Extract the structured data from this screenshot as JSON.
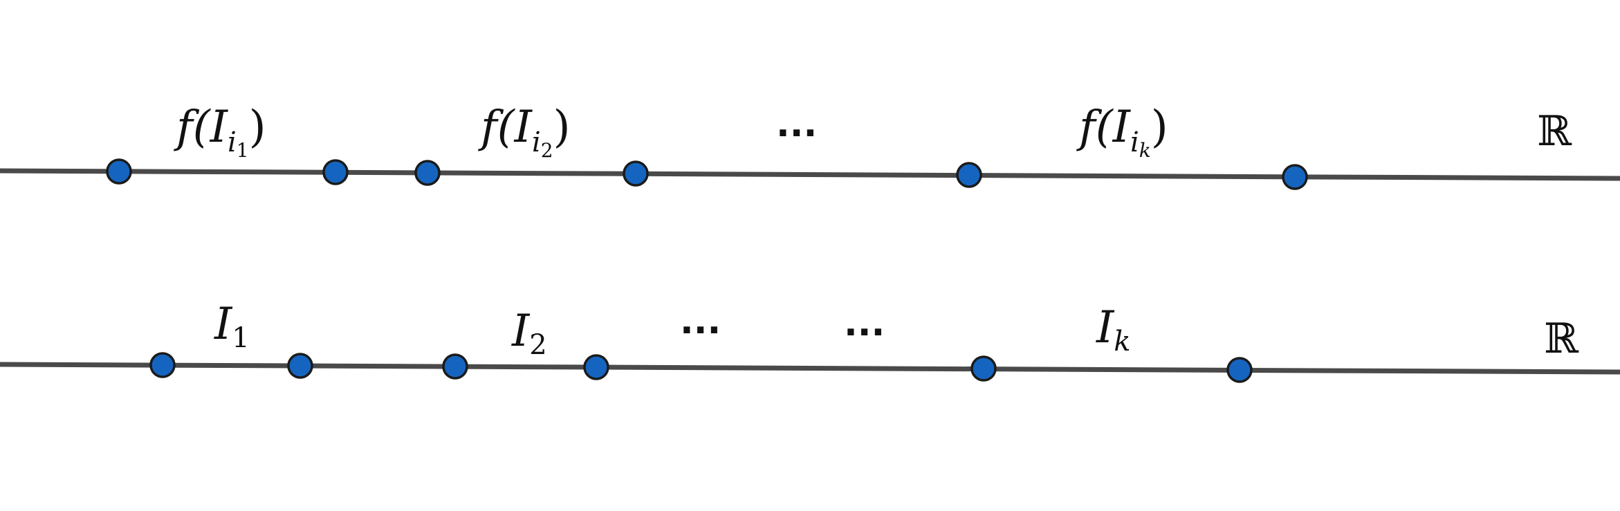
{
  "top_line": {
    "labels": [
      {
        "func": "f(",
        "base": "I",
        "sub": "i",
        "subsub": "1",
        "close": ")"
      },
      {
        "func": "f(",
        "base": "I",
        "sub": "i",
        "subsub": "2",
        "close": ")"
      },
      {
        "func": "f(",
        "base": "I",
        "sub": "i",
        "subsub": "k",
        "close": ")"
      }
    ],
    "ellipsis": "...",
    "set_symbol": "ℝ"
  },
  "bottom_line": {
    "labels": [
      {
        "base": "I",
        "sub": "1"
      },
      {
        "base": "I",
        "sub": "2"
      },
      {
        "base": "I",
        "sub": "k"
      }
    ],
    "ellipsis_1": "...",
    "ellipsis_2": "...",
    "set_symbol": "ℝ"
  },
  "colors": {
    "line": "#4a4a4a",
    "point_fill": "#1565c0",
    "point_stroke": "#1b1b1b"
  }
}
